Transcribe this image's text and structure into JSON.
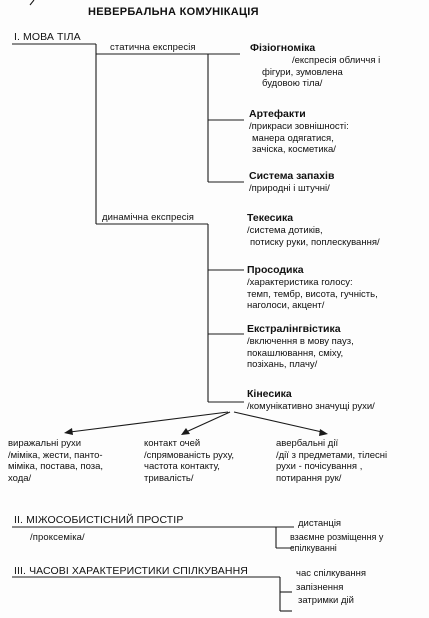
{
  "title": "НЕВЕРБАЛЬНА КОМУНІКАЦІЯ",
  "section1": {
    "label": "І. МОВА ТІЛА",
    "static_label": "статична експресія",
    "dynamic_label": "динамічна експресія",
    "static_items": [
      {
        "heading": "Фізіогноміка",
        "lines": [
          "/експресія обличчя і",
          "фігури, зумовлена",
          "будовою тіла/"
        ]
      },
      {
        "heading": "Артефакти",
        "lines": [
          "/прикраси зовнішності:",
          "манера одягатися,",
          "зачіска, косметика/"
        ]
      },
      {
        "heading": "Система запахів",
        "lines": [
          "/природні і штучні/"
        ]
      }
    ],
    "dynamic_items": [
      {
        "heading": "Текесика",
        "lines": [
          "/система дотиків,",
          "потиску руки, поплескування/"
        ]
      },
      {
        "heading": "Просодика",
        "lines": [
          "/характеристика голосу:",
          "темп, тембр, висота, гучність,",
          "наголоси, акцент/"
        ]
      },
      {
        "heading": "Екстралінгвістика",
        "lines": [
          "/включення в мову пауз,",
          "покашлювання, сміху,",
          "позіхань, плачу/"
        ]
      },
      {
        "heading": "Кінесика",
        "lines": [
          "/комунікативно значущі рухи/"
        ]
      }
    ],
    "kinesics_branches": [
      {
        "lines": [
          "виражальні рухи",
          "/міміка, жести, панто-",
          "міміка, постава, поза,",
          "хода/"
        ]
      },
      {
        "lines": [
          "контакт очей",
          "/спрямованість руху,",
          " частота контакту,",
          "тривалість/"
        ]
      },
      {
        "lines": [
          "авербальні дії",
          "/дії з предметами, тілесні",
          "рухи - почісування ,",
          " потирання рук/"
        ]
      }
    ]
  },
  "section2": {
    "label": "ІІ. МІЖОСОБИСТІСНИЙ ПРОСТІР",
    "sublabel": "/проксеміка/",
    "items": [
      {
        "lines": [
          "дистанція"
        ]
      },
      {
        "lines": [
          "взаємне розміщення у",
          "спілкуванні"
        ]
      }
    ]
  },
  "section3": {
    "label": "ІІІ. ЧАСОВІ ХАРАКТЕРИСТИКИ СПІЛКУВАННЯ",
    "items": [
      "час спілкування",
      "запізнення",
      "затримки дій"
    ]
  }
}
